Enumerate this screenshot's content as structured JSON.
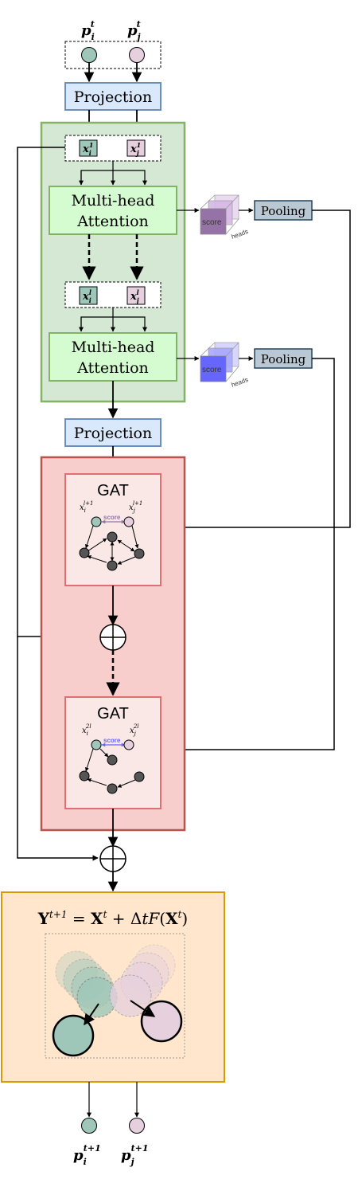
{
  "input": {
    "p_i": "p",
    "p_i_sub": "i",
    "p_i_sup": "t",
    "p_j": "p",
    "p_j_sub": "j",
    "p_j_sup": "t"
  },
  "projection_label": "Projection",
  "encoder": {
    "x_top_i": "x",
    "x_top_i_sub": "i",
    "x_top_i_sup": "1",
    "x_top_j": "x",
    "x_top_j_sub": "j",
    "x_top_j_sup": "1",
    "attention_label_1": "Multi-head",
    "attention_label_2": "Attention",
    "x_mid_i": "x",
    "x_mid_i_sub": "i",
    "x_mid_i_sup": "l",
    "x_mid_j": "x",
    "x_mid_j_sub": "j",
    "x_mid_j_sup": "l",
    "score_label": "score",
    "heads_label": "heads",
    "pooling_label": "Pooling"
  },
  "gat": {
    "label": "GAT",
    "b1_xi": "x",
    "b1_xi_sub": "i",
    "b1_xi_sup": "l+1",
    "b1_xj": "x",
    "b1_xj_sub": "j",
    "b1_xj_sup": "l+1",
    "b2_xi": "x",
    "b2_xi_sub": "i",
    "b2_xi_sup": "2l",
    "b2_xj": "x",
    "b2_xj_sub": "j",
    "b2_xj_sup": "2l",
    "edge_score_label": "score"
  },
  "output": {
    "equation_parts": [
      "Y",
      "t+1",
      " = ",
      "X",
      "t",
      " + Δ",
      "t",
      "F",
      "(",
      "X",
      "t",
      ")"
    ],
    "p_i": "p",
    "p_i_sub": "i",
    "p_i_sup": "t+1",
    "p_j": "p",
    "p_j_sub": "j",
    "p_j_sup": "t+1"
  },
  "colors": {
    "teal": "#9ec7b9",
    "pink": "#e6d0de",
    "proj_fill": "#dae8fc",
    "proj_stroke": "#6c8ebf",
    "encoder_fill": "#d5e8d4",
    "encoder_stroke": "#82b366",
    "attn_fill": "#d5fcd0",
    "gat_outer_fill": "#f8cecc",
    "gat_outer_stroke": "#b85450",
    "gat_inner_fill": "#fae8e7",
    "output_fill": "#ffe6cc",
    "output_stroke": "#d79b00",
    "pool_fill": "#bac8d3",
    "node_dark": "#555555",
    "score_purple": "#9673a6",
    "score_blue": "#6666ff"
  }
}
